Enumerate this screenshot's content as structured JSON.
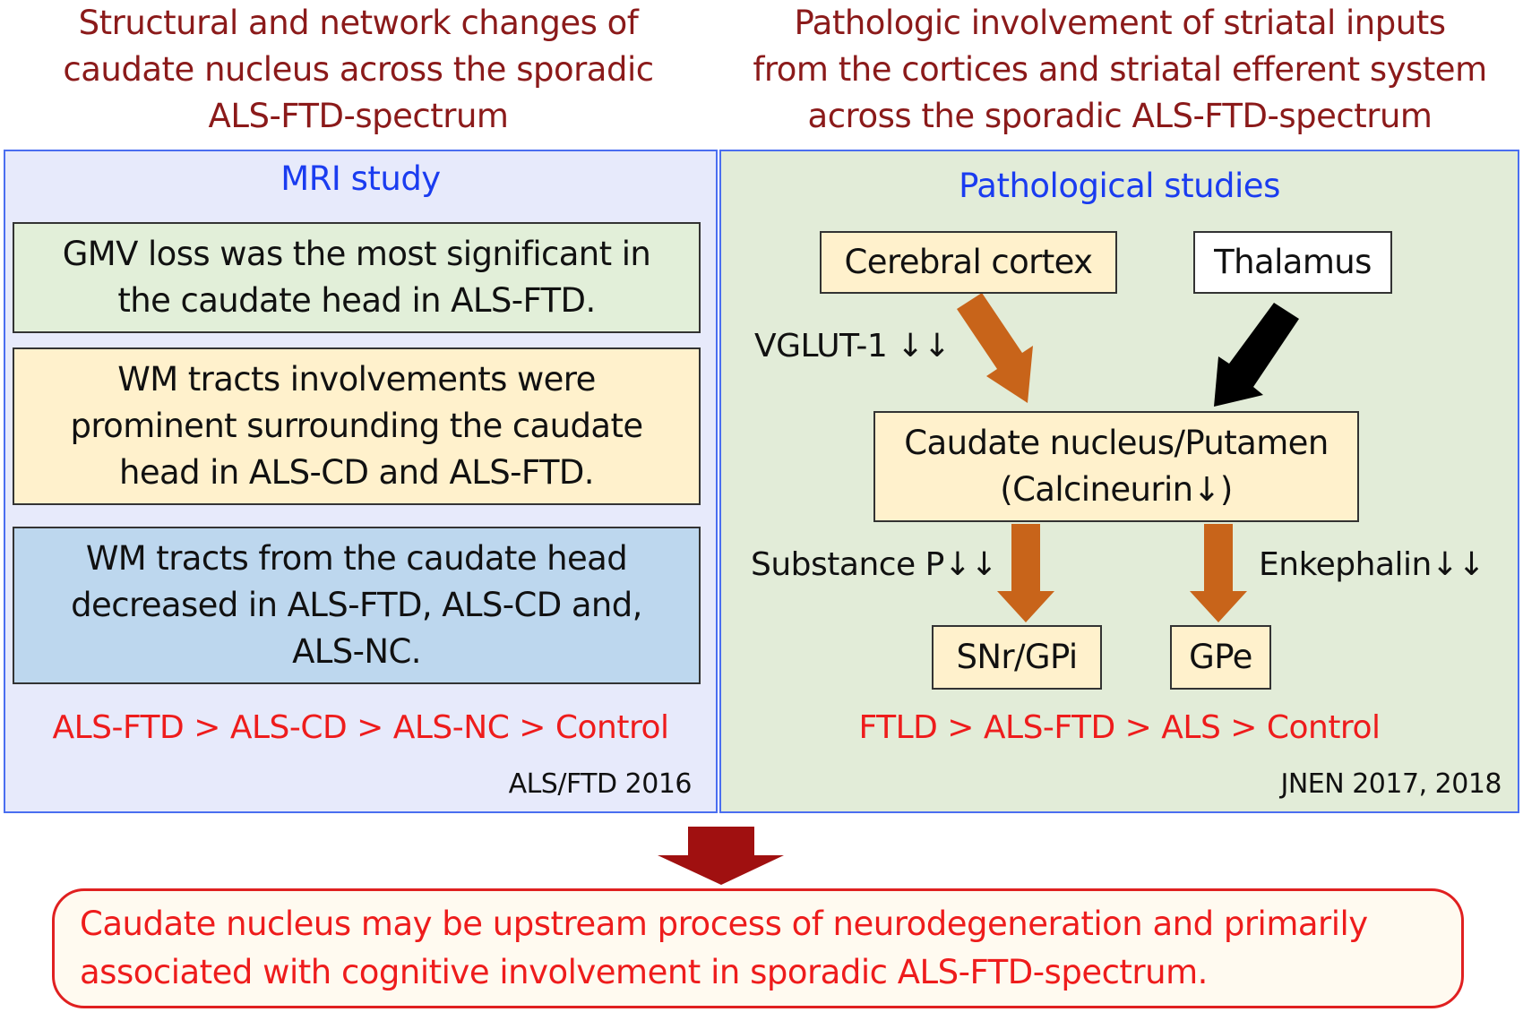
{
  "headings": {
    "left": [
      "Structural and network changes of",
      "caudate nucleus across the sporadic",
      "ALS-FTD-spectrum"
    ],
    "right": [
      "Pathologic involvement of striatal inputs",
      "from the cortices and striatal efferent system",
      "across the sporadic ALS-FTD-spectrum"
    ]
  },
  "mri": {
    "title": "MRI study",
    "box1": [
      "GMV loss was the most significant in",
      "the caudate head in ALS-FTD."
    ],
    "box2": [
      "WM tracts involvements were",
      "prominent surrounding the caudate",
      "head in ALS-CD and ALS-FTD."
    ],
    "box3": [
      "WM tracts from the caudate head",
      "decreased in ALS-FTD, ALS-CD and,",
      "ALS-NC."
    ],
    "order": "ALS-FTD > ALS-CD > ALS-NC > Control",
    "reference": "ALS/FTD 2016"
  },
  "path": {
    "title": "Pathological studies",
    "cortex": "Cerebral cortex",
    "thalamus": "Thalamus",
    "vglut": "VGLUT-1 ↓↓",
    "caudate": [
      "Caudate nucleus/Putamen",
      "(Calcineurin↓)"
    ],
    "substance": "Substance P↓↓",
    "enkephalin": "Enkephalin↓↓",
    "snr": "SNr/GPi",
    "gpe": "GPe",
    "order": "FTLD > ALS-FTD > ALS > Control",
    "reference": "JNEN 2017, 2018"
  },
  "conclusion": [
    "Caudate nucleus may be upstream process of neurodegeneration and primarily",
    "associated with cognitive involvement in sporadic ALS-FTD-spectrum."
  ],
  "colors": {
    "heading": "#8b1a1a",
    "panel_title": "#1a3cf0",
    "order_red": "#ee1c1c",
    "arrow_orange": "#c8641a",
    "arrow_black": "#000000",
    "down_arrow": "#a01010",
    "mri_panel": "#e7eafb",
    "path_panel": "#e2ecd8",
    "green_box": "#e2efd9",
    "yellow_box": "#fff1cc",
    "blue_box": "#bdd7ee"
  }
}
